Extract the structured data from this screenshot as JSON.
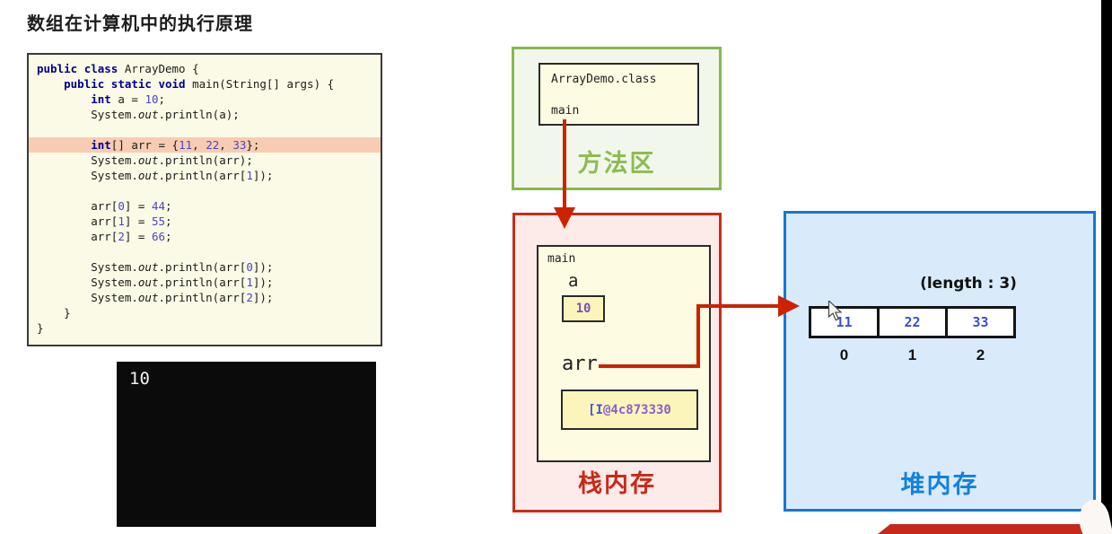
{
  "page": {
    "title": "数组在计算机中的执行原理"
  },
  "code_editor": {
    "highlight_line_index": 5,
    "lines": [
      [
        [
          "k",
          "public "
        ],
        [
          "k",
          "class "
        ],
        [
          "p",
          "ArrayDemo {"
        ]
      ],
      [
        [
          "p",
          "    "
        ],
        [
          "k",
          "public "
        ],
        [
          "k",
          "static "
        ],
        [
          "k",
          "void "
        ],
        [
          "p",
          "main(String[] args) {"
        ]
      ],
      [
        [
          "p",
          "        "
        ],
        [
          "k",
          "int"
        ],
        [
          "p",
          " a = "
        ],
        [
          "n",
          "10"
        ],
        [
          "p",
          ";"
        ]
      ],
      [
        [
          "p",
          "        System."
        ],
        [
          "i",
          "out"
        ],
        [
          "p",
          ".println(a);"
        ]
      ],
      [],
      [
        [
          "p",
          "        "
        ],
        [
          "k",
          "int"
        ],
        [
          "p",
          "[] arr = {"
        ],
        [
          "n",
          "11"
        ],
        [
          "p",
          ", "
        ],
        [
          "n",
          "22"
        ],
        [
          "p",
          ", "
        ],
        [
          "n",
          "33"
        ],
        [
          "p",
          "};"
        ]
      ],
      [
        [
          "p",
          "        System."
        ],
        [
          "i",
          "out"
        ],
        [
          "p",
          ".println(arr);"
        ]
      ],
      [
        [
          "p",
          "        System."
        ],
        [
          "i",
          "out"
        ],
        [
          "p",
          ".println(arr["
        ],
        [
          "n",
          "1"
        ],
        [
          "p",
          "]);"
        ]
      ],
      [],
      [
        [
          "p",
          "        arr["
        ],
        [
          "n",
          "0"
        ],
        [
          "p",
          "] = "
        ],
        [
          "n",
          "44"
        ],
        [
          "p",
          ";"
        ]
      ],
      [
        [
          "p",
          "        arr["
        ],
        [
          "n",
          "1"
        ],
        [
          "p",
          "] = "
        ],
        [
          "n",
          "55"
        ],
        [
          "p",
          ";"
        ]
      ],
      [
        [
          "p",
          "        arr["
        ],
        [
          "n",
          "2"
        ],
        [
          "p",
          "] = "
        ],
        [
          "n",
          "66"
        ],
        [
          "p",
          ";"
        ]
      ],
      [],
      [
        [
          "p",
          "        System."
        ],
        [
          "i",
          "out"
        ],
        [
          "p",
          ".println(arr["
        ],
        [
          "n",
          "0"
        ],
        [
          "p",
          "]);"
        ]
      ],
      [
        [
          "p",
          "        System."
        ],
        [
          "i",
          "out"
        ],
        [
          "p",
          ".println(arr["
        ],
        [
          "n",
          "1"
        ],
        [
          "p",
          "]);"
        ]
      ],
      [
        [
          "p",
          "        System."
        ],
        [
          "i",
          "out"
        ],
        [
          "p",
          ".println(arr["
        ],
        [
          "n",
          "2"
        ],
        [
          "p",
          "]);"
        ]
      ],
      [
        [
          "p",
          "    }"
        ]
      ],
      [
        [
          "p",
          "}"
        ]
      ]
    ]
  },
  "console": {
    "output": "10"
  },
  "method_area": {
    "label": "方法区",
    "class_name": "ArrayDemo.class",
    "method_name": "main"
  },
  "stack": {
    "label": "栈内存",
    "frame_name": "main",
    "var_a_name": "a",
    "var_a_value": "10",
    "var_arr_name": "arr",
    "arr_ref": "[I@4c873330",
    "arr_ref_prefix": "[I",
    "arr_ref_suffix": "@4c873330"
  },
  "heap": {
    "label": "堆内存",
    "length_label": "(length : 3)",
    "cells": [
      {
        "value": "11",
        "index": "0"
      },
      {
        "value": "22",
        "index": "1"
      },
      {
        "value": "33",
        "index": "2"
      }
    ]
  },
  "colors": {
    "method_area_border": "#86b84c",
    "stack_border": "#c62d1a",
    "heap_border": "#1478d6",
    "arrow": "#cc2200",
    "code_highlight": "#f8ccb2",
    "value_box_bg": "#fcf5bb",
    "code_bg": "#fbfae6",
    "console_bg": "#0b0b0b",
    "number_token": "#4a44c4",
    "keyword_token": "#00008b",
    "cell_value": "#3a4fd0",
    "ref_purple": "#8a5fc8"
  }
}
